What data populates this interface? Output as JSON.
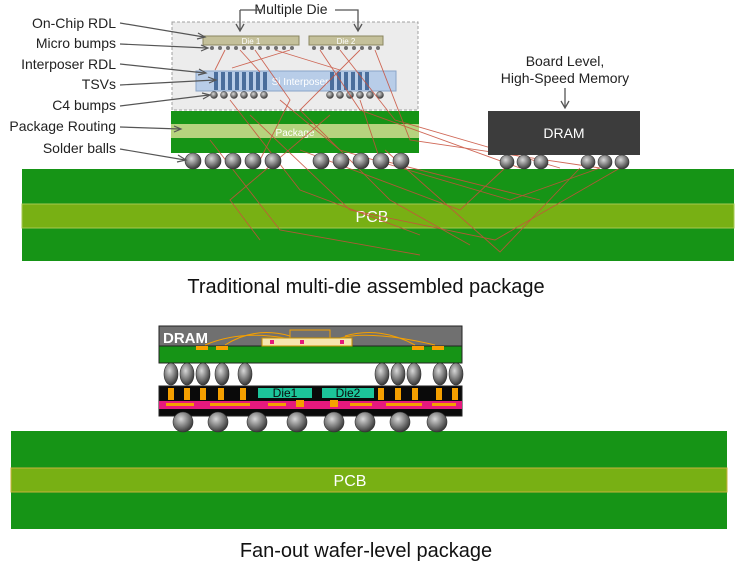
{
  "top": {
    "multiple_die_label": "Multiple Die",
    "left_labels": [
      "On-Chip RDL",
      "Micro bumps",
      "Interposer RDL",
      "TSVs",
      "C4 bumps",
      "Package Routing",
      "Solder balls"
    ],
    "die1_label": "Die 1",
    "die2_label": "Die 2",
    "interposer_label": "Si Interposer",
    "package_label": "Package",
    "board_memory_label_line1": "Board Level,",
    "board_memory_label_line2": "High-Speed Memory",
    "dram_label": "DRAM",
    "pcb_label": "PCB",
    "caption": "Traditional multi-die assembled package"
  },
  "bottom": {
    "dram_label": "DRAM",
    "die1_label": "Die1",
    "die2_label": "Die2",
    "pcb_label": "PCB",
    "caption": "Fan-out wafer-level package"
  },
  "colors": {
    "pcb_green": "#169416",
    "pcb_core": "#78b014",
    "dram_gray": "#3c3c3c",
    "trace_red": "#c8503c",
    "fanout_pink": "#e6197d",
    "fanout_orange": "#f5a000",
    "die_teal": "#1cc59a"
  }
}
